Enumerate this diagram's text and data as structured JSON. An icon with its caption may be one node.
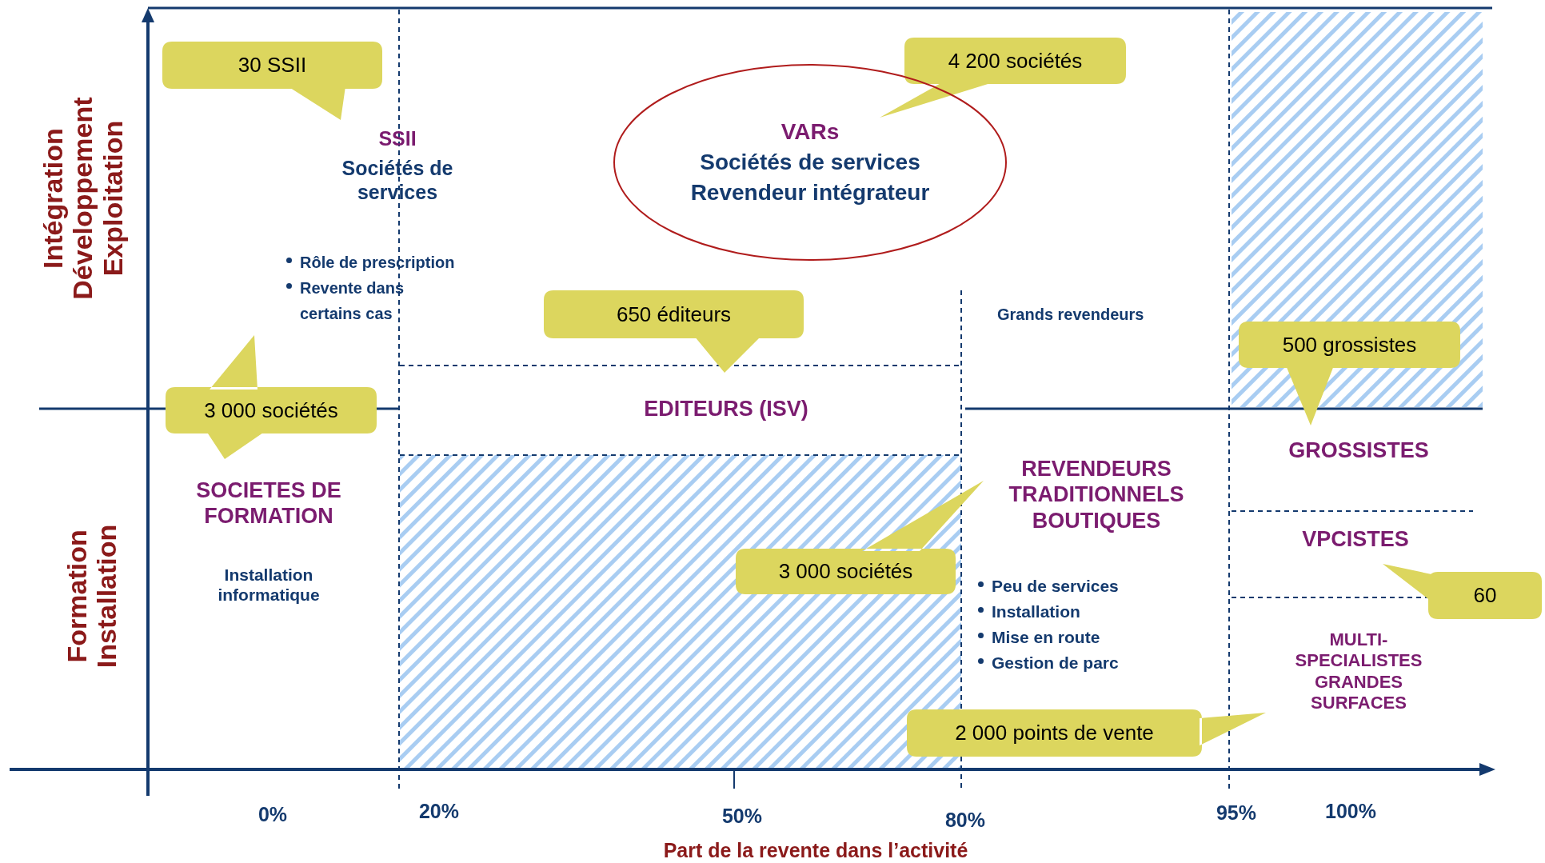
{
  "diagram": {
    "nodes": [
      {
        "text": [
          "30 SSII"
        ]
      },
      {
        "text": [
          "4 200 sociétés"
        ]
      },
      {
        "text": [
          "VARs",
          "Sociétés de services",
          "Revendeur intégrateur"
        ]
      },
      {
        "text": [
          "650 éditeurs"
        ]
      },
      {
        "text": [
          "500 grossistes"
        ]
      },
      {
        "text": [
          "3 000 sociétés"
        ]
      },
      {
        "text": [
          "3 000 sociétés"
        ]
      },
      {
        "text": [
          "60"
        ]
      },
      {
        "text": [
          "2 000 points de vente"
        ]
      }
    ],
    "labels": [
      "Intégration Développement Exploitation",
      "Formation Installation",
      "SSII",
      "Sociétés de services",
      "Rôle de prescription",
      "Revente dans certains cas",
      "Grands revendeurs",
      "EDITEURS (ISV)",
      "SOCIETES DE FORMATION",
      "Installation informatique",
      "REVENDEURS TRADITIONNELS BOUTIQUES",
      "GROSSISTES",
      "VPCISTES",
      "Peu de services",
      "Installation",
      "Mise en route",
      "Gestion de parc",
      "MULTI-SPECIALISTES GRANDES SURFACES",
      "0%",
      "20%",
      "50%",
      "80%",
      "95%",
      "100%",
      "Part de la revente dans l’activité"
    ]
  }
}
